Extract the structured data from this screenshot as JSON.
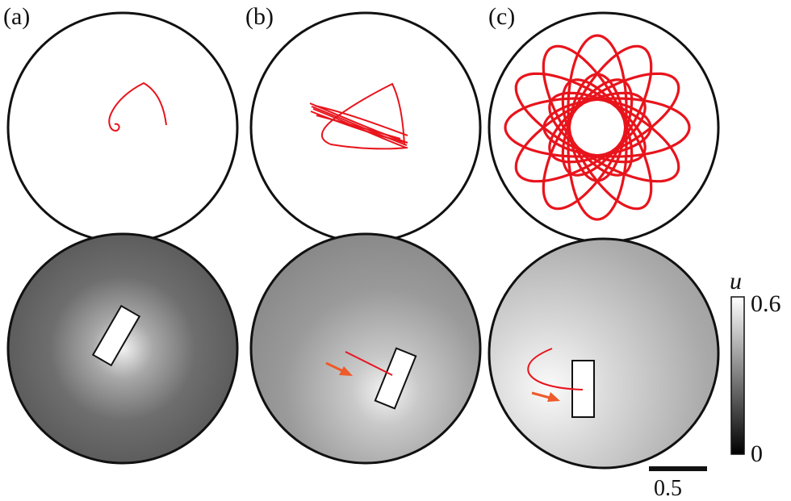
{
  "panels": [
    {
      "label": "(a)"
    },
    {
      "label": "(b)"
    },
    {
      "label": "(c)"
    }
  ],
  "colorbar": {
    "variable": "u",
    "max_label": "0.6",
    "min_label": "0",
    "max_value": 0.6,
    "min_value": 0
  },
  "scale_bar": {
    "label": "0.5"
  },
  "colors": {
    "trajectory": "#e8141c",
    "arrow": "#ee5a2a",
    "outline": "#111111"
  }
}
